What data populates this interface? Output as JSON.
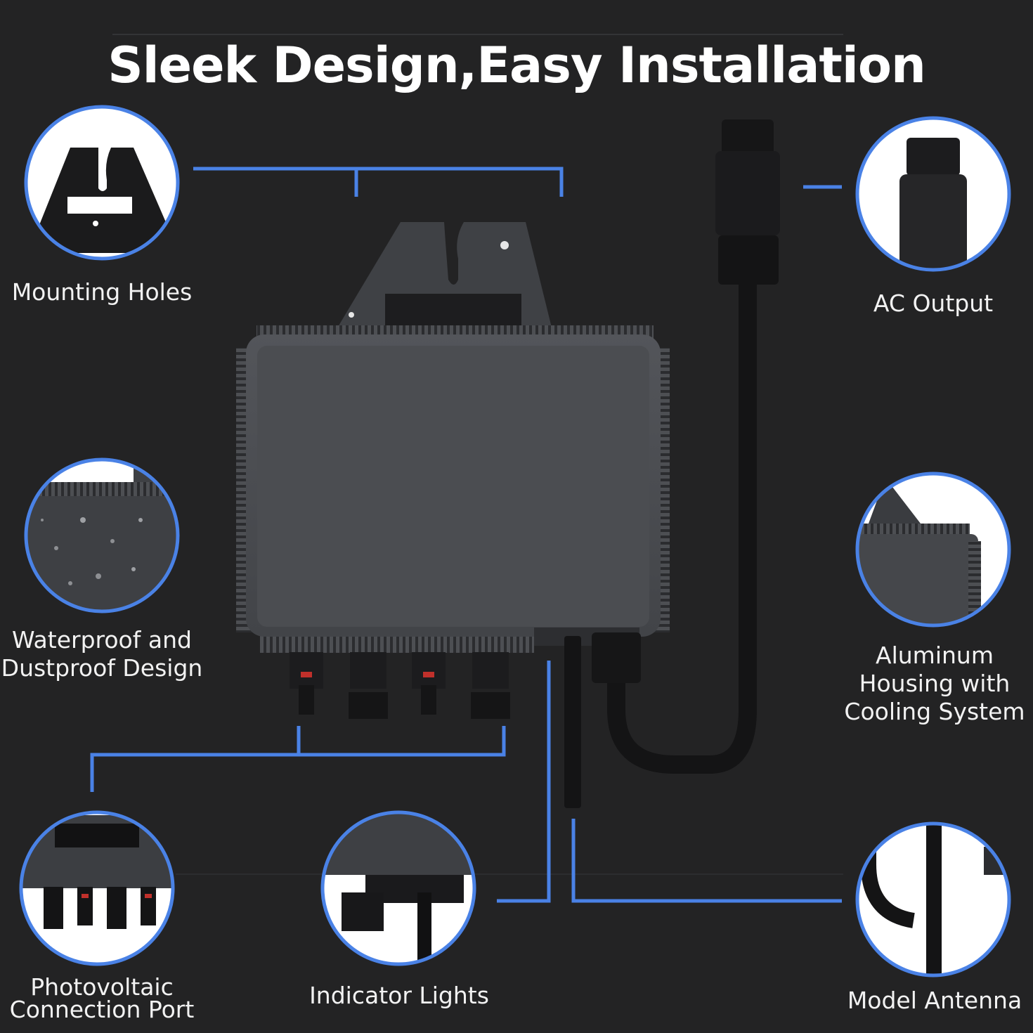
{
  "title": "Sleek Design,Easy Installation",
  "features": {
    "mounting": {
      "label": "Mounting Holes"
    },
    "ac_output": {
      "label": "AC Output"
    },
    "waterproof": {
      "line1": "Waterproof and",
      "line2": "Dustproof Design"
    },
    "aluminum": {
      "line1": "Aluminum",
      "line2": "Housing with",
      "line3": "Cooling System"
    },
    "pv_port": {
      "line1": "Photovoltaic",
      "line2": "Connection Port"
    },
    "indicator": {
      "label": "Indicator Lights"
    },
    "antenna": {
      "label": "Model Antenna"
    }
  },
  "colors": {
    "background": "#232324",
    "accent": "#4a82e6",
    "housing": "#4a4c50",
    "text": "#ffffff"
  }
}
